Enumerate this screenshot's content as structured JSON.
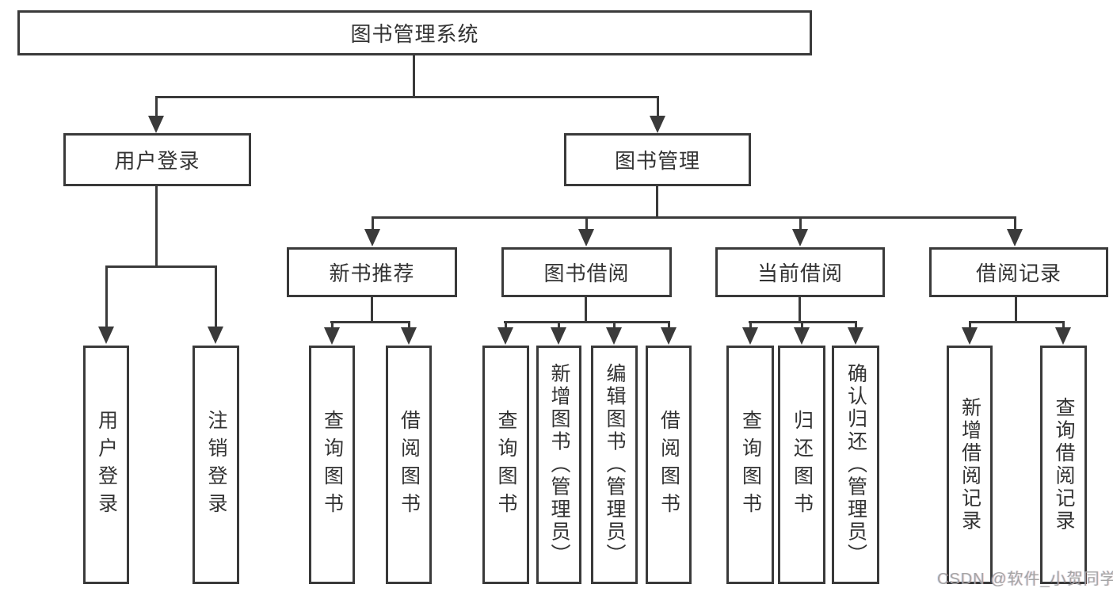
{
  "watermark": "CSDN @软件_小贺同学",
  "colors": {
    "line": "#3a3a3a",
    "text": "#333333",
    "bg": "#ffffff",
    "wm": "#a5a5a5"
  },
  "chart_type": "hierarchy-diagram",
  "tree": {
    "label": "图书管理系统",
    "children": [
      {
        "label": "用户登录",
        "children": [
          {
            "label": "用户登录"
          },
          {
            "label": "注销登录"
          }
        ]
      },
      {
        "label": "图书管理",
        "children": [
          {
            "label": "新书推荐",
            "children": [
              {
                "label": "查询图书"
              },
              {
                "label": "借阅图书"
              }
            ]
          },
          {
            "label": "图书借阅",
            "children": [
              {
                "label": "查询图书"
              },
              {
                "label": "新增图书（管理员）"
              },
              {
                "label": "编辑图书（管理员）"
              },
              {
                "label": "借阅图书"
              }
            ]
          },
          {
            "label": "当前借阅",
            "children": [
              {
                "label": "查询图书"
              },
              {
                "label": "归还图书"
              },
              {
                "label": "确认归还（管理员）"
              }
            ]
          },
          {
            "label": "借阅记录",
            "children": [
              {
                "label": "新增借阅记录"
              },
              {
                "label": "查询借阅记录"
              }
            ]
          }
        ]
      }
    ]
  }
}
